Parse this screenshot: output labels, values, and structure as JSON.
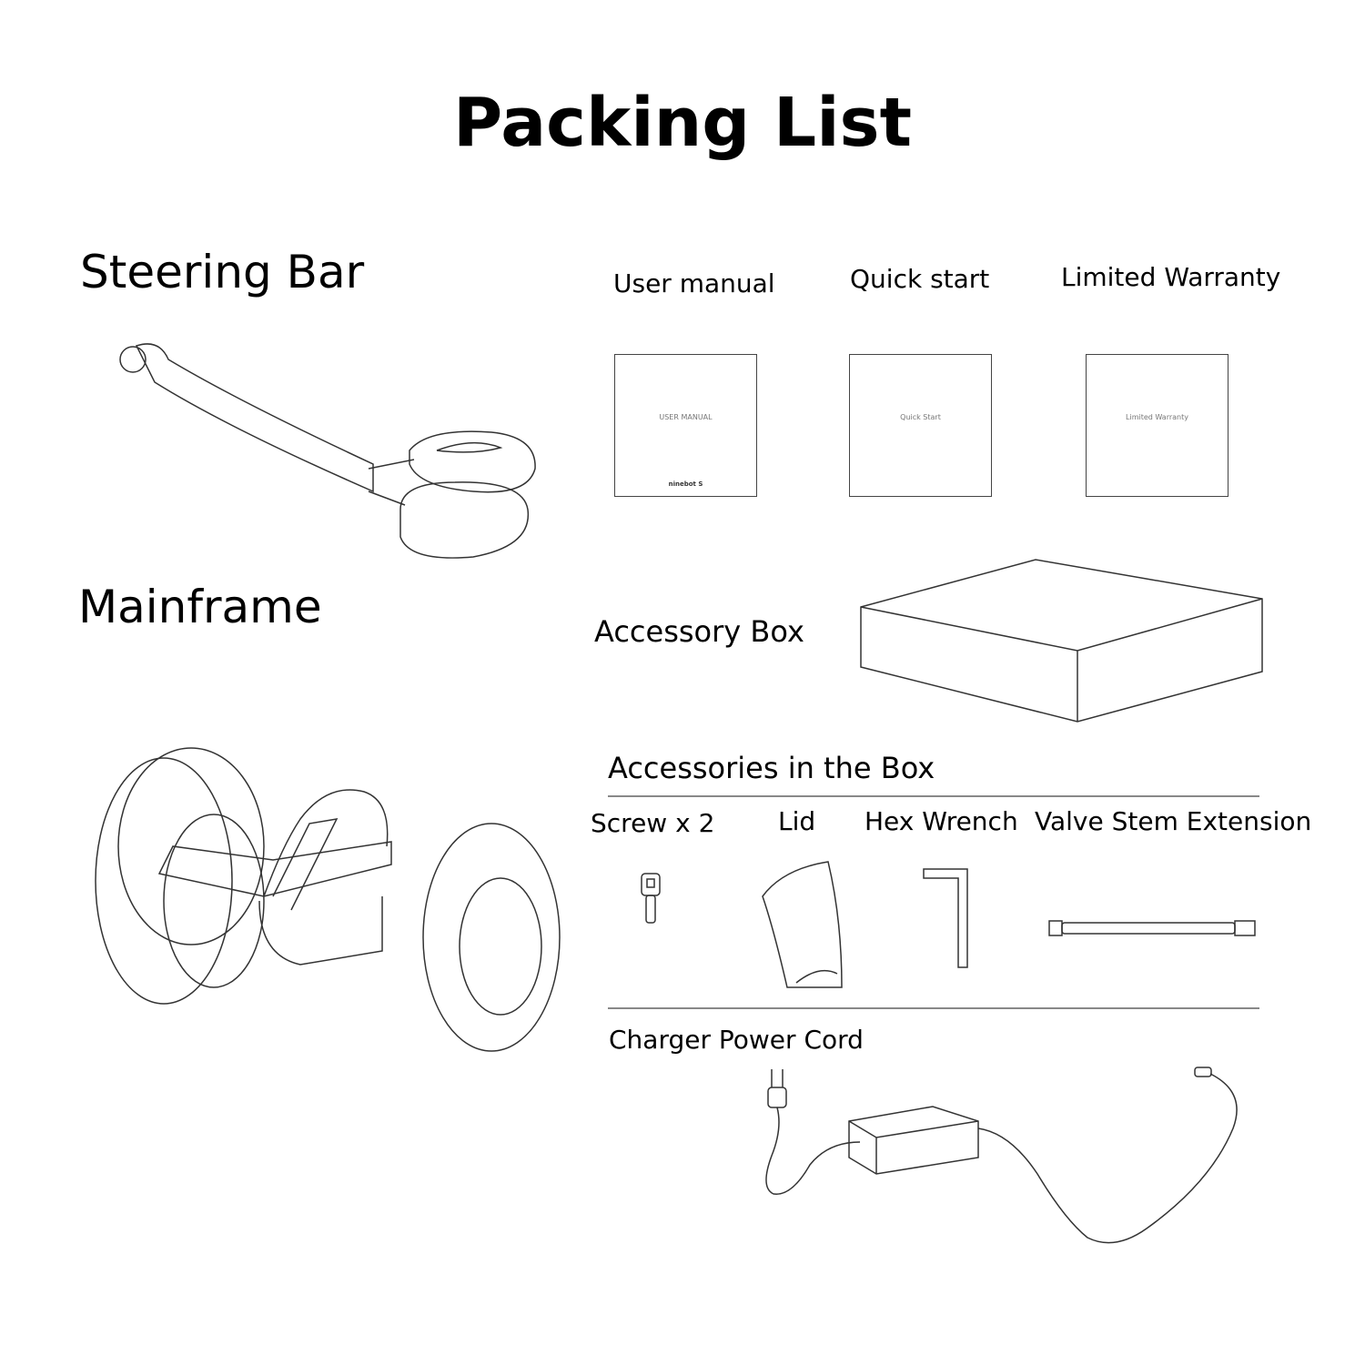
{
  "title": "Packing List",
  "items": {
    "steering_bar": "Steering Bar",
    "mainframe": "Mainframe",
    "user_manual": "User manual",
    "quick_start": "Quick start",
    "limited_warranty": "Limited Warranty",
    "accessory_box": "Accessory Box",
    "accessories_heading": "Accessories in the Box",
    "screw": "Screw x 2",
    "lid": "Lid",
    "hex_wrench": "Hex Wrench",
    "valve_stem": "Valve Stem Extension",
    "charger": "Charger Power Cord"
  },
  "covers": {
    "user_manual": "USER MANUAL",
    "quick_start": "Quick Start",
    "limited_warranty": "Limited Warranty",
    "logo": "ninebot S"
  }
}
